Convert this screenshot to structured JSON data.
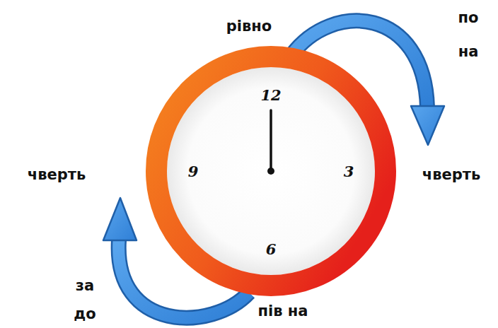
{
  "diagram": {
    "nodes": [
      {
        "text": [
          "12",
          "3",
          "6",
          "9"
        ]
      }
    ],
    "labels": [
      "рівно",
      "по на",
      "чверть",
      "чверть",
      "за до",
      "пів на"
    ]
  }
}
